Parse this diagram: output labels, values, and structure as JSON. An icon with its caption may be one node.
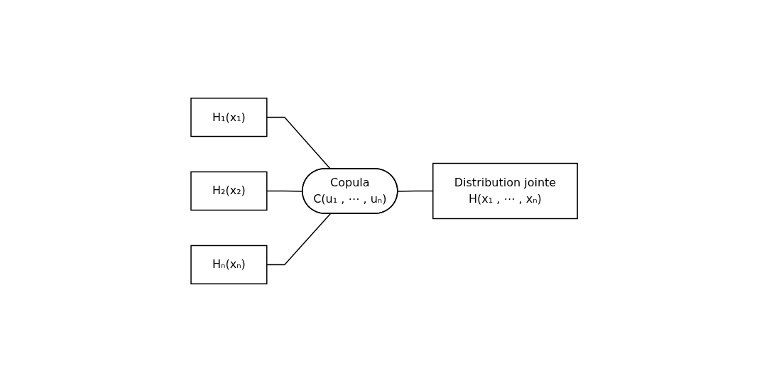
{
  "diagram": {
    "nodes": [
      {
        "text": [
          "H₁(x₁)"
        ]
      },
      {
        "text": [
          "H₂(x₂)"
        ]
      },
      {
        "text": [
          "Hₙ(xₙ)"
        ]
      },
      {
        "text": [
          "Copula",
          "C(u₁ , ⋯ , uₙ)"
        ]
      },
      {
        "text": [
          "Distribution jointe",
          "H(x₁ , ⋯ , xₙ)"
        ]
      }
    ],
    "edges": [
      {
        "from": 0,
        "to": 3,
        "arrow": "none"
      },
      {
        "from": 1,
        "to": 3,
        "arrow": "none"
      },
      {
        "from": 2,
        "to": 3,
        "arrow": "none"
      },
      {
        "from": 3,
        "to": 4,
        "arrow": "none"
      }
    ]
  }
}
